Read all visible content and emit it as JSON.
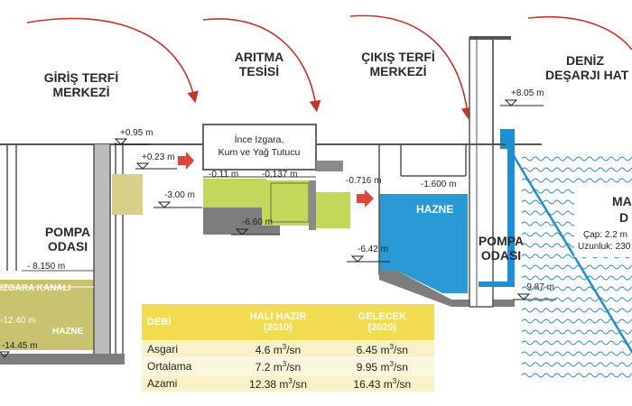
{
  "headers": {
    "giris_line1": "GİRİŞ TERFİ",
    "giris_line2": "MERKEZİ",
    "aritma_line1": "ARITMA",
    "aritma_line2": "TESİSİ",
    "cikis_line1": "ÇIKIŞ TERFİ",
    "cikis_line2": "MERKEZİ",
    "deniz_line1": "DENİZ",
    "deniz_line2": "DEŞARJI HAT"
  },
  "levels": {
    "p095": "+0.95 m",
    "p023": "+0.23 m",
    "m300": "-3.00 m",
    "m0_11": "-0.11 m",
    "m0_137": "-0.137 m",
    "m660": "-6.60 m",
    "m0716": "-0.716 m",
    "m1600": "-1.600 m",
    "m642": "-6.42 m",
    "p805": "+8.05 m",
    "m987": "-9.87 m",
    "m8150": "- 8.150 m",
    "m1240": "-12.40 m",
    "m1445": "-14.45 m"
  },
  "labels": {
    "pompa1_line1": "POMPA",
    "pompa1_line2": "ODASI",
    "izgara_kanali": "IZGARA KANALI",
    "hazne_left": "HAZNE",
    "treatment_line1": "İnce Izgara,",
    "treatment_line2": "Kum ve Yağ Tutucu",
    "hazne_blue": "HAZNE",
    "pompa2_line1": "POMPA",
    "pompa2_line2": "ODASI",
    "sea_ma": "MA",
    "sea_d": "D",
    "cap": "Çap: 2.2 m",
    "uzunluk": "Uzunluk: 230"
  },
  "table": {
    "col_debi": "DEBİ",
    "col_hali_line1": "HALİ HAZIR",
    "col_hali_line2": "(2010)",
    "col_gelecek_line1": "GELECEK",
    "col_gelecek_line2": "(2020)",
    "rows": [
      {
        "label": "Asgari",
        "hali": "4.6",
        "gelecek": "6.45"
      },
      {
        "label": "Ortalama",
        "hali": "7.2",
        "gelecek": "9.95"
      },
      {
        "label": "Azami",
        "hali": "12.38",
        "gelecek": "16.43"
      }
    ],
    "unit_base": "m",
    "unit_sup": "3",
    "unit_tail": "/sn"
  },
  "colors": {
    "arrow_red": "#c8322a",
    "sludge_olive": "#c9c26e",
    "algae_green": "#c3d85a",
    "water_blue": "#2a9ad6",
    "pipe_blue": "#1e8fd0",
    "concrete_gray": "#7d7d7d",
    "table_header": "#f2dc52",
    "sea_wave": "#3a8cc8"
  }
}
